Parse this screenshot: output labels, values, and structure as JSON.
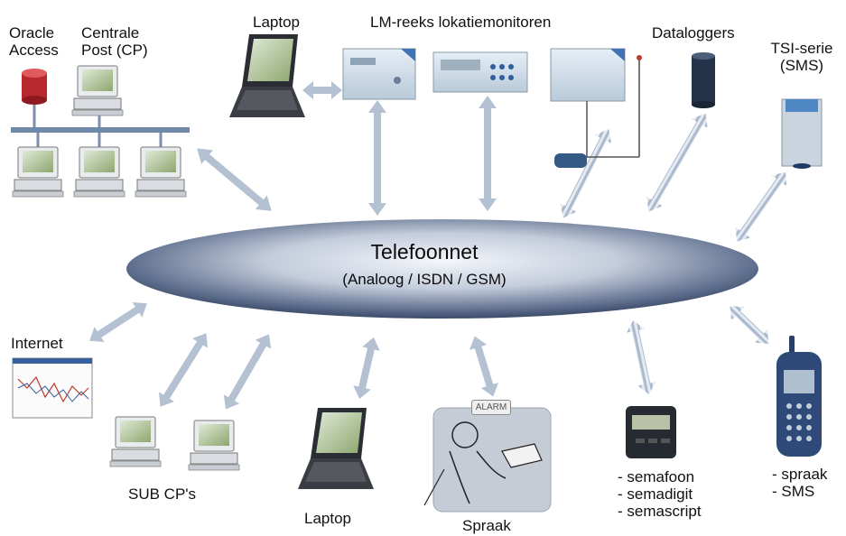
{
  "hub": {
    "title": "Telefoonnet",
    "subtitle": "(Analoog / ISDN / GSM)"
  },
  "nodes": {
    "oracle": "Oracle\nAccess",
    "cp": "Centrale\nPost (CP)",
    "laptop_top": "Laptop",
    "lm_series": "LM-reeks lokatiemonitoren",
    "dataloggers": "Dataloggers",
    "tsi": "TSI-serie\n(SMS)",
    "internet": "Internet",
    "sub_cp": "SUB CP's",
    "laptop_bottom": "Laptop",
    "spraak": "Spraak",
    "alarm": "ALARM",
    "pager": "- semafoon\n- semadigit\n- semascript",
    "phone": "- spraak\n- SMS"
  },
  "colors": {
    "hub_dark": "#2c3a58",
    "hub_light": "#f2f4f8",
    "arrow": "#b4c1d3",
    "device_blue": "#cfe0ee",
    "dark_device": "#232a3a"
  }
}
